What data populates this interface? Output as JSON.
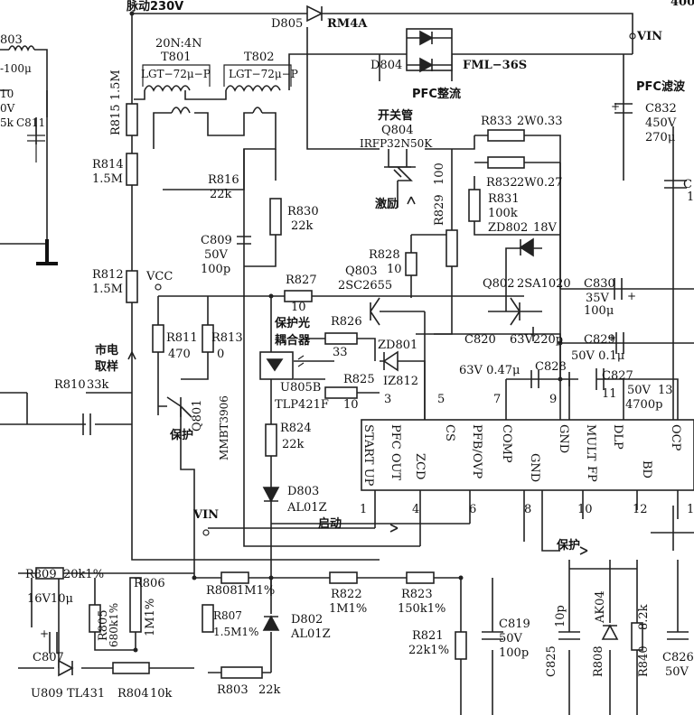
{
  "labels": {
    "pulse230": "脉动230V",
    "v400": "400V",
    "vin_top": "VIN",
    "l803": "803",
    "l100u": "-100μ",
    "l10": "10",
    "l0v": "0V",
    "l5k": "5k",
    "c811": "C811",
    "d805": "D805",
    "rm4a": "RM4A",
    "t801_ratio": "20N:4N",
    "t801": "T801",
    "t801_core": "LGT−72μ−P",
    "t802": "T802",
    "t802_core": "LGT−72μ−P",
    "d804": "D804",
    "fml": "FML−36S",
    "pfc_rect": "PFC整流",
    "pfc_filter": "PFC滤波",
    "c832": "C832",
    "c832_v": "450V",
    "c832_c": "270μ",
    "r815": "R815 1.5M",
    "r814": "R814",
    "r814_v": "1.5M",
    "r816": "R816",
    "r816_v": "22k",
    "r830": "R830",
    "r830_v": "22k",
    "c809": "C809",
    "c809_v": "50V",
    "c809_c": "100p",
    "switch_tube": "开关管",
    "q804": "Q804",
    "q804_part": "IRFP32N50K",
    "r833": "R833",
    "r833_v": "2W0.33",
    "r832": "R832",
    "r832_v": "2W0.27",
    "r831": "R831",
    "r831_v": "100k",
    "zd802": "ZD802",
    "zd802_v": "18V",
    "drive": "激励",
    "r829": "R829",
    "r829_v": "100",
    "c_right": "C",
    "one": "1",
    "r812": "R812",
    "r812_v": "1.5M",
    "vcc": "VCC",
    "r828": "R828",
    "r828_v": "10",
    "r827": "R827",
    "r827_v": "10",
    "q803": "Q803",
    "q803_part": "2SC2655",
    "q802": "Q802",
    "q802_part": "2SA1020",
    "c830": "C830",
    "c830_v": "35V",
    "c830_c": "100μ",
    "mains1": "市电",
    "mains2": "取样",
    "r811": "R811",
    "r811_v": "470",
    "r813": "R813",
    "r813_v": "0",
    "opto1": "保护光",
    "opto2": "耦合器",
    "r826": "R826",
    "r826_v": "33",
    "zd801": "ZD801",
    "zd801_v": "IZ812",
    "c820": "C820",
    "c820_v": "63V220p",
    "c829": "C829",
    "c829_v": "50V  0.1μ",
    "r810": "R810",
    "r810_v": "33k",
    "u805": "U805B",
    "u805_part": "TLP421F",
    "r825": "R825",
    "r825_v": "10",
    "p3": "3",
    "p5": "5",
    "c821_v": "63V  0.47μ",
    "p7": "7",
    "c828": "C828",
    "p9": "9",
    "c827": "C827",
    "c827_v": "50V",
    "c827_c": "4700p",
    "p11": "11",
    "p13": "13",
    "q801": "Q801",
    "q801_part": "MMBT3906",
    "protect": "保护",
    "r824": "R824",
    "r824_v": "22k",
    "d803": "D803",
    "d803_v": "AL01Z",
    "startup_cn": "启动",
    "vin_mid": "VIN",
    "protect2": "保护",
    "pin_start_up": "START UP",
    "pin_pfc_out": "PFC OUT",
    "pin_zcd": "ZCD",
    "pin_cs": "CS",
    "pin_pfb": "PFB/OVP",
    "pin_comp": "COMP",
    "pin_gnd": "GND",
    "pin_gnd2": "GND",
    "pin_mult": "MULT",
    "pin_fp": "FP",
    "pin_dlp": "DLP",
    "pin_bd": "BD",
    "pin_ocp": "OCP",
    "p1": "1",
    "p4": "4",
    "p6": "6",
    "p8": "8",
    "p10": "10",
    "p12": "12",
    "p14": "1",
    "r809": "R809",
    "r809_v": "20k1%",
    "c807_v": "16V10μ",
    "c807": "C807",
    "r805": "R805",
    "r805_v": "680k1%",
    "r806": "R806",
    "r806_v": "1M1%",
    "r808": "R808",
    "r808_v": "1M1%",
    "r807": "R807",
    "r807_v": "1.5M1%",
    "d802": "D802",
    "d802_v": "AL01Z",
    "r822": "R822",
    "r822_v": "1M1%",
    "r823": "R823",
    "r823_v": "150k1%",
    "r821": "R821",
    "r821_v": "22k1%",
    "c819": "C819",
    "c819_v": "50V",
    "c819_c": "100p",
    "c825": "C825",
    "c825_v": "10p",
    "r808b": "R808",
    "ak04": "AK04",
    "r840": "R840",
    "r840_v": "8.2k",
    "c826": "C826",
    "c826_v": "50V",
    "u809": "U809",
    "u809_part": "TL431",
    "r804": "R804",
    "r804_v": "10k",
    "r803": "R803",
    "r803_v": "22k"
  }
}
